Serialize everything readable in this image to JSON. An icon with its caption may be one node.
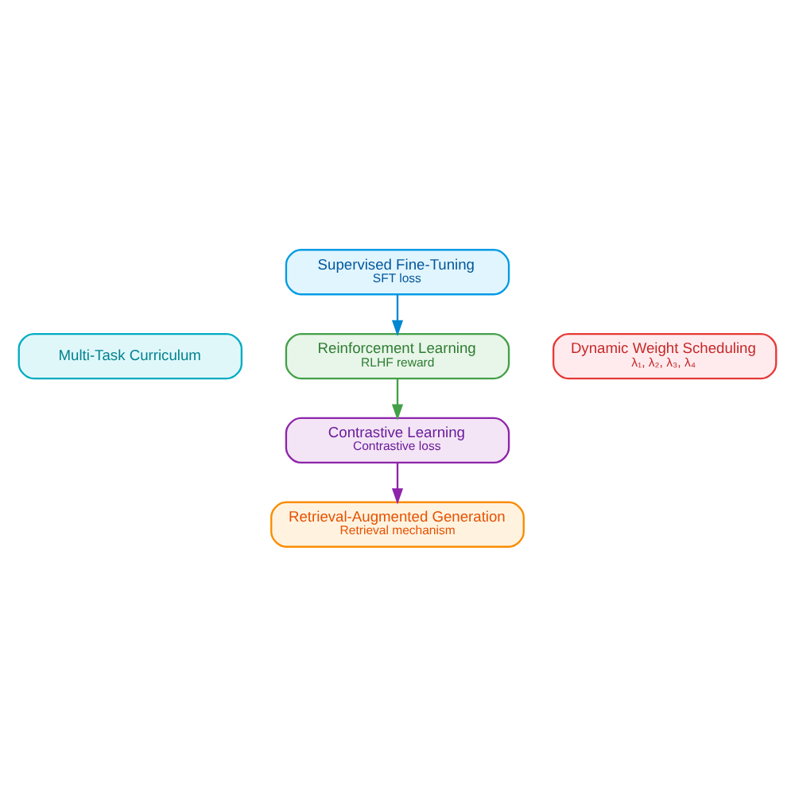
{
  "diagram": {
    "nodes": [
      {
        "text": [
          "Supervised Fine-Tuning",
          "SFT loss"
        ]
      },
      {
        "text": [
          "Reinforcement Learning",
          "RLHF reward"
        ]
      },
      {
        "text": [
          "Contrastive Learning",
          "Contrastive loss"
        ]
      },
      {
        "text": [
          "Retrieval-Augmented Generation",
          "Retrieval mechanism"
        ]
      },
      {
        "text": [
          "Multi-Task Curriculum"
        ]
      },
      {
        "text": [
          "Dynamic Weight Scheduling",
          "λ₁, λ₂, λ₃, λ₄"
        ]
      }
    ],
    "edges": [
      {
        "from": 0,
        "to": 1,
        "arrow": "to",
        "color": "#0288d1"
      },
      {
        "from": 1,
        "to": 2,
        "arrow": "to",
        "color": "#43a047"
      },
      {
        "from": 2,
        "to": 3,
        "arrow": "to",
        "color": "#8e24aa"
      }
    ]
  }
}
